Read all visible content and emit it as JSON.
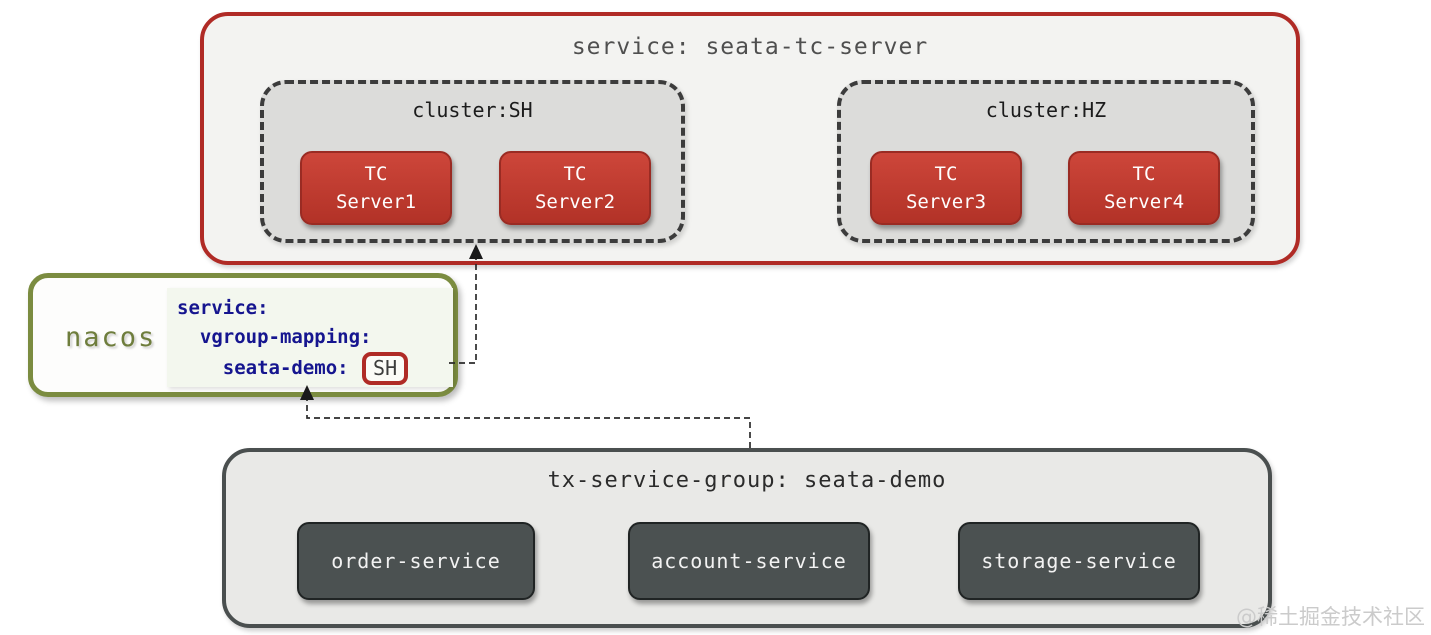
{
  "colors": {
    "red_border": "#b02b26",
    "tc_server_fill": "#c23e31",
    "olive_border": "#7b8c40",
    "dark_node_fill": "#4b5151",
    "config_text": "#15158f",
    "cluster_fill": "#dcdcda"
  },
  "tc_server_group": {
    "title": "service: seata-tc-server",
    "clusters": [
      {
        "label": "cluster:SH",
        "servers": [
          {
            "label": "TC\nServer1"
          },
          {
            "label": "TC\nServer2"
          }
        ]
      },
      {
        "label": "cluster:HZ",
        "servers": [
          {
            "label": "TC\nServer3"
          },
          {
            "label": "TC\nServer4"
          }
        ]
      }
    ]
  },
  "nacos": {
    "label": "nacos",
    "config_lines": [
      "service:",
      "  vgroup-mapping:",
      "    seata-demo: "
    ],
    "mapping_value": "SH"
  },
  "tx_service_group": {
    "title": "tx-service-group: seata-demo",
    "services": [
      {
        "label": "order-service"
      },
      {
        "label": "account-service"
      },
      {
        "label": "storage-service"
      }
    ]
  },
  "watermark": "@稀土掘金技术社区"
}
